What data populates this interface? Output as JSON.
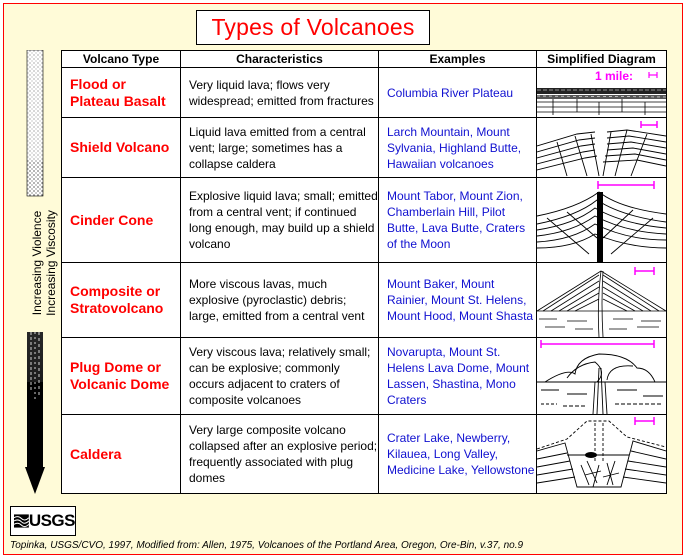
{
  "title": "Types of Volcanoes",
  "table": {
    "headers": [
      "Volcano Type",
      "Characteristics",
      "Examples",
      "Simplified Diagram"
    ],
    "rows": [
      {
        "type_line1": "Flood or",
        "type_line2": "Plateau Basalt",
        "characteristics": "Very liquid lava; flows very widespread; emitted from fractures",
        "examples": "Columbia River Plateau",
        "diagram_icon": "flood-basalt-diagram",
        "scale_label": "1 mile:"
      },
      {
        "type_line1": "Shield Volcano",
        "type_line2": "",
        "characteristics": "Liquid lava emitted from a central vent; large; sometimes has a collapse caldera",
        "examples": "Larch Mountain, Mount Sylvania, Highland Butte, Hawaiian volcanoes",
        "diagram_icon": "shield-volcano-diagram"
      },
      {
        "type_line1": "Cinder Cone",
        "type_line2": "",
        "characteristics": "Explosive liquid lava; small; emitted from a central vent; if continued long enough, may build up a shield volcano",
        "examples": "Mount Tabor, Mount Zion, Chamberlain Hill, Pilot Butte, Lava Butte, Craters of the Moon",
        "diagram_icon": "cinder-cone-diagram"
      },
      {
        "type_line1": "Composite or",
        "type_line2": "Stratovolcano",
        "characteristics": "More viscous lavas, much explosive (pyroclastic) debris; large, emitted from a central vent",
        "examples": "Mount Baker, Mount Rainier, Mount St. Helens, Mount Hood, Mount Shasta",
        "diagram_icon": "stratovolcano-diagram"
      },
      {
        "type_line1": "Plug Dome or",
        "type_line2": "Volcanic Dome",
        "characteristics": "Very viscous lava; relatively small; can be explosive; commonly occurs adjacent to craters of composite volcanoes",
        "examples": "Novarupta, Mount St. Helens Lava Dome, Mount Lassen, Shastina, Mono Craters",
        "diagram_icon": "plug-dome-diagram"
      },
      {
        "type_line1": "Caldera",
        "type_line2": "",
        "characteristics": "Very large composite volcano collapsed after an explosive period; frequently associated with plug domes",
        "examples": "Crater Lake, Newberry, Kilauea, Long Valley, Medicine Lake, Yellowstone",
        "diagram_icon": "caldera-diagram"
      }
    ]
  },
  "side_axis": {
    "line1": "Increasing Violence",
    "line2": "Increasing Viscosity",
    "arrow_icon": "down-arrow-gradient-icon"
  },
  "logo": {
    "text": "USGS",
    "icon": "usgs-wave-icon"
  },
  "credit": "Topinka, USGS/CVO, 1997, Modified from: Allen, 1975, Volcanoes of the Portland Area, Oregon, Ore-Bin, v.37, no.9",
  "colors": {
    "background": "#fffbd8",
    "frame_border": "#ff0000",
    "title": "#ff0000",
    "type_text": "#ff0000",
    "examples_text": "#1010d0",
    "scale_bar": "#ff00ff"
  }
}
